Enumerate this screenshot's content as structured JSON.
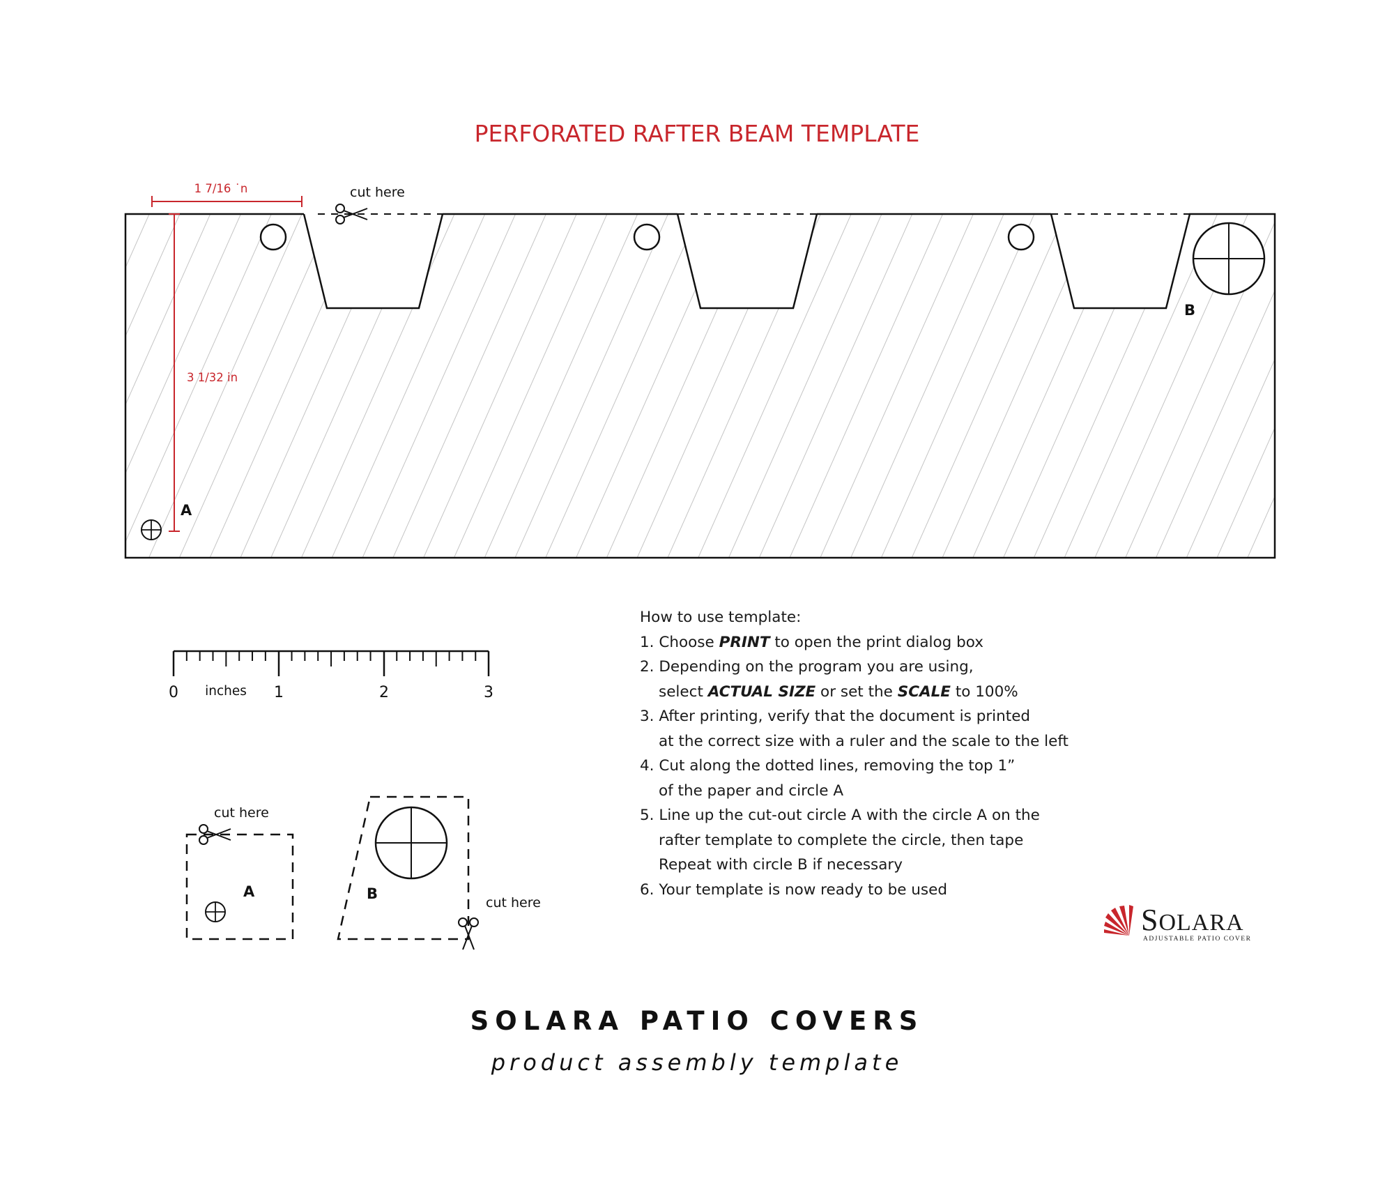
{
  "title": "PERFORATED RAFTER BEAM TEMPLATE",
  "template": {
    "dim_width_label": "1 7/16 ˙n",
    "dim_height_label": "3 1/32 in",
    "cut_here_label": "cut here",
    "marker_a": "A",
    "marker_b": "B"
  },
  "ruler": {
    "unit_label": "inches",
    "labels": [
      "0",
      "1",
      "2",
      "3"
    ]
  },
  "cutouts": {
    "cut_here_a": "cut here",
    "cut_here_b": "cut here",
    "label_a": "A",
    "label_b": "B"
  },
  "instructions": {
    "heading": "How to use template:",
    "step1_pre": "1. Choose ",
    "step1_em": "PRINT",
    "step1_post": " to open the print dialog box",
    "step2_line1": "2. Depending on the program you are using,",
    "step2_pre": "select ",
    "step2_em1": "ACTUAL SIZE",
    "step2_mid": " or set the ",
    "step2_em2": "SCALE",
    "step2_post": " to 100%",
    "step3_line1": "3. After printing, verify that the document is printed",
    "step3_line2": "at the correct size with a ruler and the scale to the left",
    "step4_line1": "4. Cut along the dotted lines, removing the top 1”",
    "step4_line2": "of the paper and circle A",
    "step5_line1": "5. Line up the cut-out circle A with the circle A on the",
    "step5_line2": "rafter template to complete the circle, then tape",
    "step5_line3": "Repeat with circle B if necessary",
    "step6": "6. Your template is now ready to be used"
  },
  "logo": {
    "word_first": "S",
    "word_rest": "OLARA",
    "tagline": "ADJUSTABLE PATIO COVER"
  },
  "footer": {
    "title": "SOLARA PATIO COVERS",
    "subtitle": "product assembly template"
  },
  "colors": {
    "accent_red": "#c8262c",
    "line": "#111111",
    "hatch": "#c4c4c4"
  }
}
